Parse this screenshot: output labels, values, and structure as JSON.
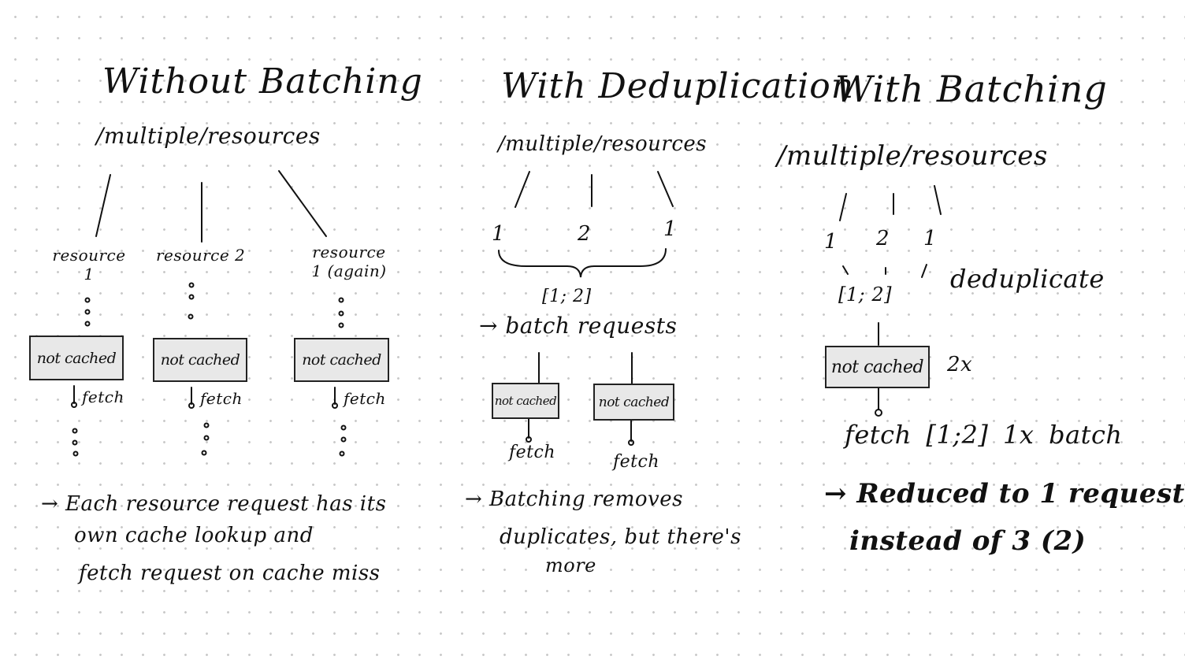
{
  "without_batching": {
    "title": "Without Batching",
    "path": "/multiple/resources",
    "resources": [
      {
        "label": "resource\n1"
      },
      {
        "label": "resource 2"
      },
      {
        "label": "resource\n1 (again)"
      }
    ],
    "box_label": "not cached",
    "fetch_label": "fetch",
    "note_lines": [
      "→ Each resource request has its",
      "own cache lookup and",
      "fetch request on cache miss"
    ]
  },
  "with_deduplication": {
    "title": "With Deduplication",
    "path": "/multiple/resources",
    "items": [
      "1",
      "2",
      "1"
    ],
    "merged": "[1; 2]",
    "arrow_label": "→ batch requests",
    "box_label": "not cached",
    "fetch_label": "fetch",
    "note_lines": [
      "→ Batching removes",
      "duplicates, but there's",
      "more"
    ]
  },
  "with_batching": {
    "title": "With Batching",
    "path": "/multiple/resources",
    "items": [
      "1",
      "2",
      "1"
    ],
    "merged": "[1; 2]",
    "dedup_label": "deduplicate",
    "box_label": "not cached",
    "count_label": "2x",
    "fetch_line": "fetch [1;2]  1x  batch",
    "note_lines": [
      "→ Reduced to 1 request",
      "instead of 3 (2)"
    ]
  }
}
